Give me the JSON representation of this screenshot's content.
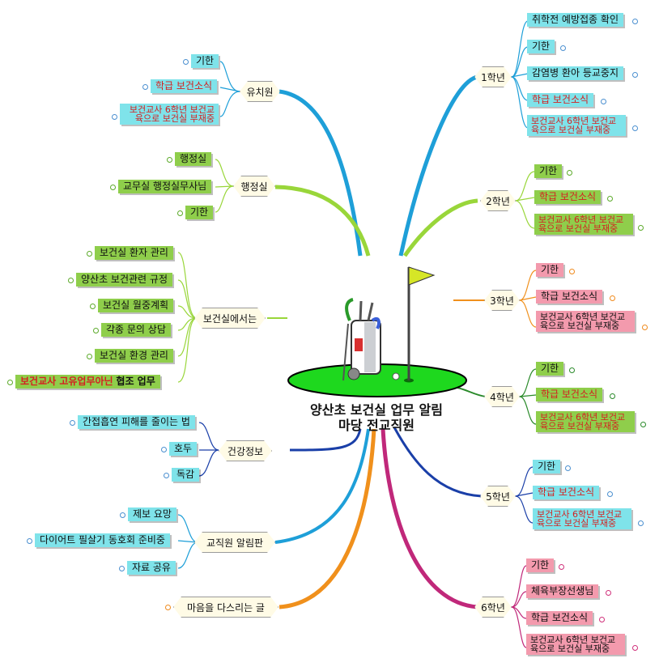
{
  "center": {
    "line1": "양산초 보건실 업무 알림",
    "line2": "마당 전교직원"
  },
  "branches": {
    "kindergarten": {
      "label": "유치원",
      "items": [
        "기한",
        "학급 보건소식",
        "보건교사 6학년 보건교육으로 보건실 부재중"
      ]
    },
    "admin": {
      "label": "행정실",
      "items": [
        "행정실",
        "교무실 행정실무사님",
        "기한"
      ]
    },
    "health_room": {
      "label": "보건실에서는",
      "items": [
        "보건실 환자 관리",
        "양산초 보건관련 규정",
        "보건실 월중계획",
        "각종 문의 상담",
        "보건실 환경 관리"
      ],
      "extra_red": "보건교사 고유업무아닌",
      "extra_bold": "협조 업무"
    },
    "health_info": {
      "label": "건강정보",
      "items": [
        "간접흡연 피해를 줄이는 법",
        "호두",
        "독감"
      ]
    },
    "staff_board": {
      "label": "교직원 알림판",
      "items": [
        "제보 요망",
        "다이어트 필살기 동호회 준비중",
        "자료 공유"
      ]
    },
    "mind": {
      "label": "마음을 다스리는 글"
    },
    "grade1": {
      "label": "1학년",
      "items": [
        "취학전 예방접종 확인",
        "기한",
        "감염병 환아 등교중지",
        "학급 보건소식",
        "보건교사 6학년 보건교육으로 보건실 부재중"
      ]
    },
    "grade2": {
      "label": "2학년",
      "items": [
        "기한",
        "학급 보건소식",
        "보건교사 6학년 보건교육으로 보건실 부재중"
      ]
    },
    "grade3": {
      "label": "3학년",
      "items": [
        "기한",
        "학급 보건소식",
        "보건교사 6학년 보건교육으로 보건실 부재중"
      ]
    },
    "grade4": {
      "label": "4학년",
      "items": [
        "기한",
        "학급 보건소식",
        "보건교사 6학년 보건교육으로 보건실 부재중"
      ]
    },
    "grade5": {
      "label": "5학년",
      "items": [
        "기한",
        "학급 보건소식",
        "보건교사 6학년 보건교육으로 보건실 부재중"
      ]
    },
    "grade6": {
      "label": "6학년",
      "items": [
        "기한",
        "체육부장선생님",
        "학급 보건소식",
        "보건교사 6학년 보건교육으로 보건실 부재중"
      ]
    }
  },
  "colors": {
    "cyan": "#7fe3ea",
    "green": "#8fce4b",
    "pink": "#f39aad",
    "alert_red": "#d42020",
    "branch_blue": "#1e9fd8",
    "branch_lime": "#99d63a",
    "branch_orange": "#f0901c",
    "branch_magenta": "#c0287a",
    "branch_navy": "#1a3fa8"
  }
}
